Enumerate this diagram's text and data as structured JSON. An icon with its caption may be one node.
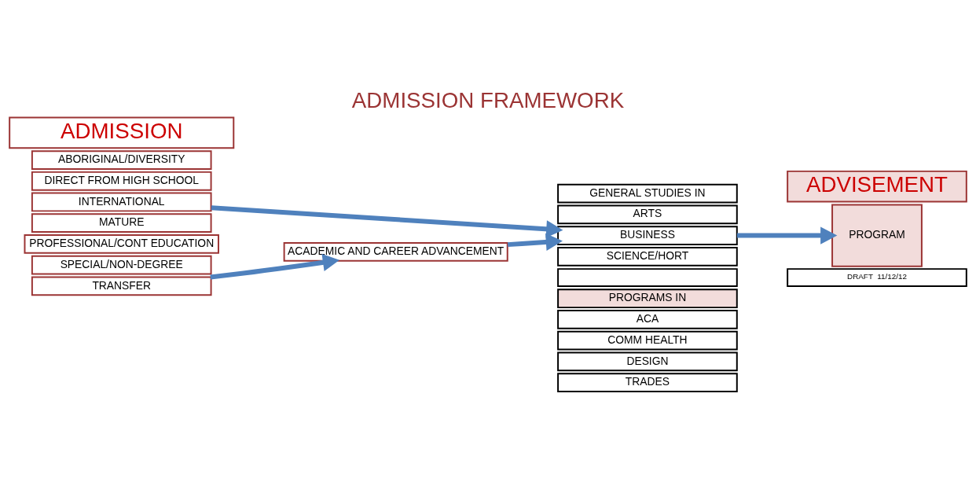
{
  "diagram": {
    "title": "ADMISSION FRAMEWORK",
    "nodes": [
      {
        "text": [
          "ADMISSION"
        ]
      },
      {
        "text": [
          "ADVISEMENT"
        ]
      },
      {
        "text": [
          "ABORIGINAL/DIVERSITY"
        ]
      },
      {
        "text": [
          "DIRECT FROM HIGH SCHOOL"
        ]
      },
      {
        "text": [
          "INTERNATIONAL"
        ]
      },
      {
        "text": [
          "MATURE"
        ]
      },
      {
        "text": [
          "PROFESSIONAL/CONT EDUCATION"
        ]
      },
      {
        "text": [
          "SPECIAL/NON-DEGREE"
        ]
      },
      {
        "text": [
          "TRANSFER"
        ]
      },
      {
        "text": [
          "ACADEMIC AND CAREER ADVANCEMENT"
        ]
      },
      {
        "text": [
          "GENERAL STUDIES IN"
        ]
      },
      {
        "text": [
          "ARTS"
        ]
      },
      {
        "text": [
          "BUSINESS"
        ]
      },
      {
        "text": [
          "SCIENCE/HORT"
        ]
      },
      {
        "text": [],
        "shape": "box"
      },
      {
        "text": [
          "PROGRAMS IN"
        ]
      },
      {
        "text": [
          "ACA"
        ]
      },
      {
        "text": [
          "COMM HEALTH"
        ]
      },
      {
        "text": [
          "DESIGN"
        ]
      },
      {
        "text": [
          "TRADES"
        ]
      },
      {
        "text": [
          "PROGRAM"
        ]
      },
      {
        "text": [
          "DRAFT  11/12/12"
        ]
      }
    ],
    "edges": [
      {
        "from": 4,
        "to": 12,
        "arrow": "to"
      },
      {
        "from": 8,
        "to": 9,
        "arrow": "to"
      },
      {
        "from": 9,
        "to": 12,
        "arrow": "to"
      },
      {
        "from": 12,
        "to": 20,
        "arrow": "to"
      }
    ]
  }
}
